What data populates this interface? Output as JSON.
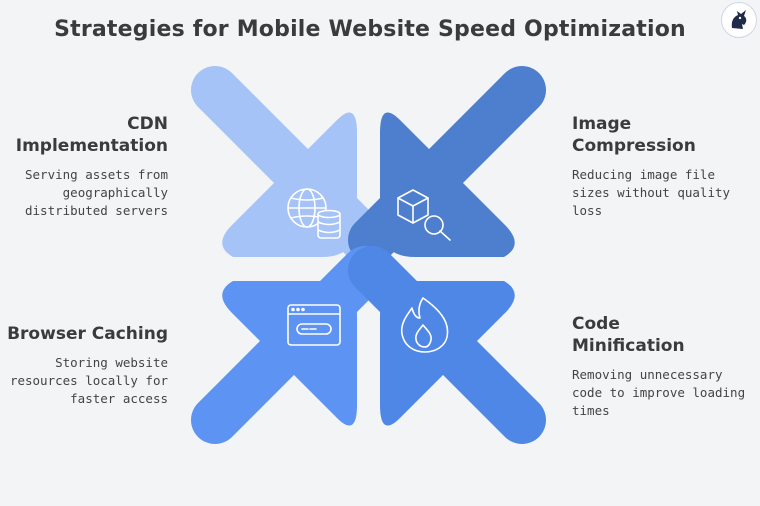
{
  "title": "Strategies for Mobile Website Speed Optimization",
  "brand_logo": "brand-logo-icon",
  "colors": {
    "background": "#f3f4f6",
    "cdn": "#a5c3f7",
    "image": "#4e7fcf",
    "caching": "#5d93f2",
    "code": "#4f87e6"
  },
  "strategies": {
    "cdn": {
      "heading": "CDN\nImplementation",
      "description": "Serving assets from\ngeographically\ndistributed servers",
      "icon": "globe-database-icon"
    },
    "image": {
      "heading": "Image\nCompression",
      "description": "Reducing image file\nsizes without quality\nloss",
      "icon": "cube-magnifier-icon"
    },
    "caching": {
      "heading": "Browser Caching",
      "description": "Storing website\nresources locally for\nfaster access",
      "icon": "browser-window-icon"
    },
    "code": {
      "heading": "Code\nMinification",
      "description": "Removing unnecessary\ncode to improve loading\ntimes",
      "icon": "flame-icon"
    }
  }
}
